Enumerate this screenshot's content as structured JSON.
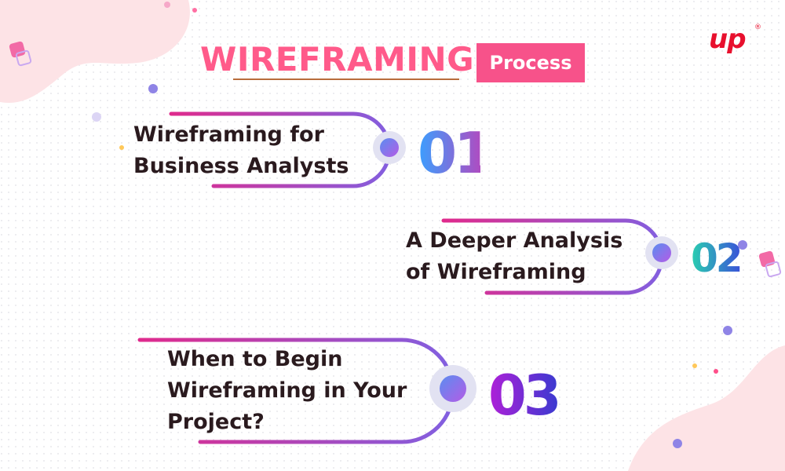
{
  "title": {
    "main": "WIREFRAMING",
    "badge": "Process"
  },
  "logo": {
    "text": "up",
    "registered": "®"
  },
  "steps": [
    {
      "number": "01",
      "line1": "Wireframing for",
      "line2": "Business Analysts",
      "line3": ""
    },
    {
      "number": "02",
      "line1": "A Deeper Analysis",
      "line2": "of Wireframing",
      "line3": ""
    },
    {
      "number": "03",
      "line1": "When to Begin",
      "line2": "Wireframing in Your",
      "line3": "Project?"
    }
  ],
  "colors": {
    "title_pink": "#ff5a8a",
    "badge_bg": "#f7528a",
    "connector_start": "#e02a8c",
    "connector_end": "#7b63e6",
    "text_dark": "#2a1a1e",
    "logo_red": "#e8102e",
    "blob_pink": "#fde3e6"
  }
}
